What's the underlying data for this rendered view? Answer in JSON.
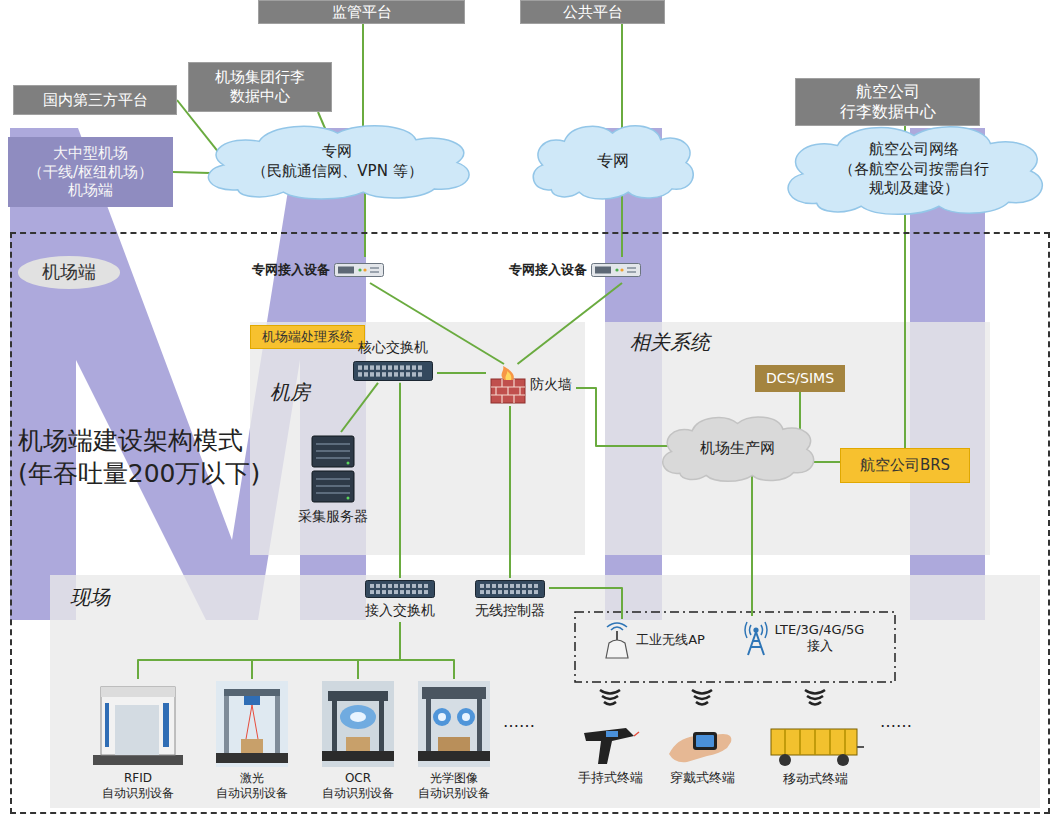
{
  "diagram": {
    "nodes": [
      {
        "text": [
          "监管平台"
        ]
      },
      {
        "text": [
          "公共平台"
        ]
      },
      {
        "text": [
          "国内第三方平台"
        ]
      },
      {
        "text": [
          "机场集团行李 数据中心"
        ]
      },
      {
        "text": [
          "航空公司 行李数据中心"
        ]
      },
      {
        "text": [
          "大中型机场 （干线/枢纽机场） 机场端"
        ]
      },
      {
        "text": [
          "专网",
          "（民航通信网、VPN 等）"
        ]
      },
      {
        "text": [
          "专网"
        ]
      },
      {
        "text": [
          "航空公司网络",
          "（各航空公司按需自行 规划及建设）"
        ]
      },
      {
        "text": [
          "机场端"
        ]
      },
      {
        "text": [
          "专网接入设备"
        ],
        "in": 9
      },
      {
        "text": [
          "专网接入设备"
        ],
        "in": 9
      },
      {
        "text": [
          "机房"
        ],
        "in": 9
      },
      {
        "text": [
          "机场端处理系统"
        ],
        "in": 12
      },
      {
        "text": [
          "核心交换机"
        ],
        "in": 12
      },
      {
        "text": [
          "防火墙"
        ],
        "in": 12
      },
      {
        "text": [
          "采集服务器"
        ],
        "in": 12
      },
      {
        "text": [
          "相关系统"
        ],
        "in": 9
      },
      {
        "text": [
          "DCS/SIMS"
        ],
        "in": 17
      },
      {
        "text": [
          "机场生产网"
        ],
        "in": 17
      },
      {
        "text": [
          "航空公司BRS"
        ],
        "in": 17
      },
      {
        "text": [
          "现场"
        ],
        "in": 9
      },
      {
        "text": [
          "接入交换机"
        ],
        "in": 21
      },
      {
        "text": [
          "无线控制器"
        ],
        "in": 21
      },
      {
        "text": [
          "工业无线AP"
        ],
        "in": 21
      },
      {
        "text": [
          "LTE/3G/4G/5G 接入"
        ],
        "in": 21
      },
      {
        "text": [
          "RFID 自动识别设备"
        ],
        "in": 21
      },
      {
        "text": [
          "激光 自动识别设备"
        ],
        "in": 21
      },
      {
        "text": [
          "OCR 自动识别设备"
        ],
        "in": 21
      },
      {
        "text": [
          "光学图像 自动识别设备"
        ],
        "in": 21
      },
      {
        "text": [
          "手持式终端"
        ],
        "in": 21
      },
      {
        "text": [
          "穿戴式终端"
        ],
        "in": 21
      },
      {
        "text": [
          "移动式终端"
        ],
        "in": 21
      }
    ],
    "edges": [
      {
        "from": 0,
        "to": 6,
        "arrow": "none"
      },
      {
        "from": 1,
        "to": 7,
        "arrow": "none"
      },
      {
        "from": 2,
        "to": 6,
        "arrow": "none"
      },
      {
        "from": 3,
        "to": 6,
        "arrow": "none"
      },
      {
        "from": 5,
        "to": 6,
        "arrow": "none"
      },
      {
        "from": 4,
        "to": 8,
        "arrow": "none"
      },
      {
        "from": 6,
        "to": 10,
        "arrow": "none"
      },
      {
        "from": 7,
        "to": 11,
        "arrow": "none"
      },
      {
        "from": 10,
        "to": 15,
        "arrow": "none"
      },
      {
        "from": 11,
        "to": 15,
        "arrow": "none"
      },
      {
        "from": 14,
        "to": 15,
        "arrow": "none"
      },
      {
        "from": 14,
        "to": 16,
        "arrow": "none"
      },
      {
        "from": 15,
        "to": 19,
        "arrow": "none"
      },
      {
        "from": 15,
        "to": 23,
        "arrow": "none"
      },
      {
        "from": 14,
        "to": 22,
        "arrow": "none"
      },
      {
        "from": 19,
        "to": 18,
        "arrow": "none"
      },
      {
        "from": 19,
        "to": 20,
        "arrow": "none"
      },
      {
        "from": 8,
        "to": 20,
        "arrow": "none"
      },
      {
        "from": 19,
        "to": 25,
        "arrow": "none"
      },
      {
        "from": 23,
        "to": 24,
        "arrow": "none"
      },
      {
        "from": 22,
        "to": 26,
        "arrow": "none"
      },
      {
        "from": 22,
        "to": 27,
        "arrow": "none"
      },
      {
        "from": 22,
        "to": 28,
        "arrow": "none"
      },
      {
        "from": 22,
        "to": 29,
        "arrow": "none"
      }
    ],
    "labels": [
      "机场端建设架构模式 (年吞吐量200万以下)",
      "……",
      "……"
    ]
  }
}
